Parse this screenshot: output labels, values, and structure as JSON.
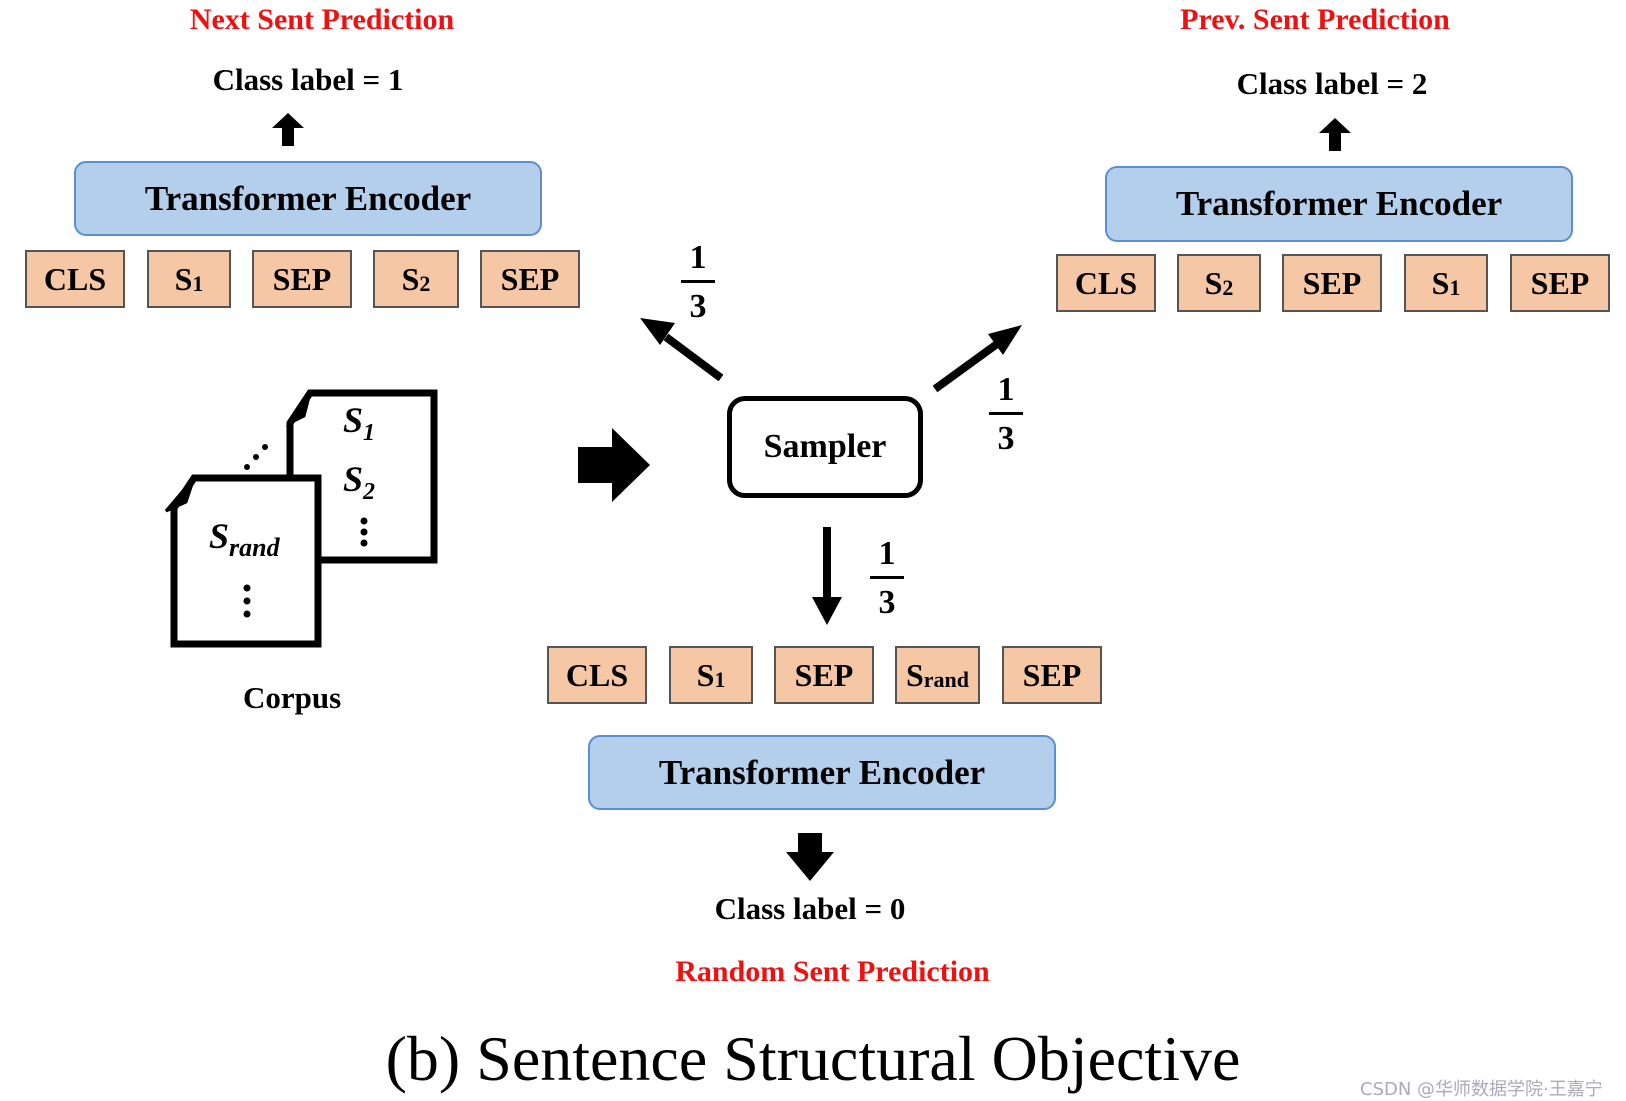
{
  "left": {
    "title": "Next Sent Prediction",
    "class_label": "Class label = 1",
    "encoder": "Transformer Encoder",
    "tokens": [
      {
        "main": "CLS",
        "sub": ""
      },
      {
        "main": "S",
        "sub": "1"
      },
      {
        "main": "SEP",
        "sub": ""
      },
      {
        "main": "S",
        "sub": "2"
      },
      {
        "main": "SEP",
        "sub": ""
      }
    ]
  },
  "right": {
    "title": "Prev. Sent Prediction",
    "class_label": "Class label = 2",
    "encoder": "Transformer Encoder",
    "tokens": [
      {
        "main": "CLS",
        "sub": ""
      },
      {
        "main": "S",
        "sub": "2"
      },
      {
        "main": "SEP",
        "sub": ""
      },
      {
        "main": "S",
        "sub": "1"
      },
      {
        "main": "SEP",
        "sub": ""
      }
    ]
  },
  "bottom": {
    "title": "Random Sent Prediction",
    "class_label": "Class label = 0",
    "encoder": "Transformer Encoder",
    "tokens": [
      {
        "main": "CLS",
        "sub": ""
      },
      {
        "main": "S",
        "sub": "1"
      },
      {
        "main": "SEP",
        "sub": ""
      },
      {
        "main": "S",
        "sub": "rand"
      },
      {
        "main": "SEP",
        "sub": ""
      }
    ]
  },
  "sampler": "Sampler",
  "probability": {
    "numerator": "1",
    "denominator": "3"
  },
  "corpus": {
    "label": "Corpus",
    "front_doc": {
      "main": "S",
      "sub": "rand"
    },
    "back_doc": [
      {
        "main": "S",
        "sub": "1"
      },
      {
        "main": "S",
        "sub": "2"
      }
    ]
  },
  "caption": "(b) Sentence Structural Objective",
  "watermark": "CSDN @华师数据学院·王嘉宁"
}
